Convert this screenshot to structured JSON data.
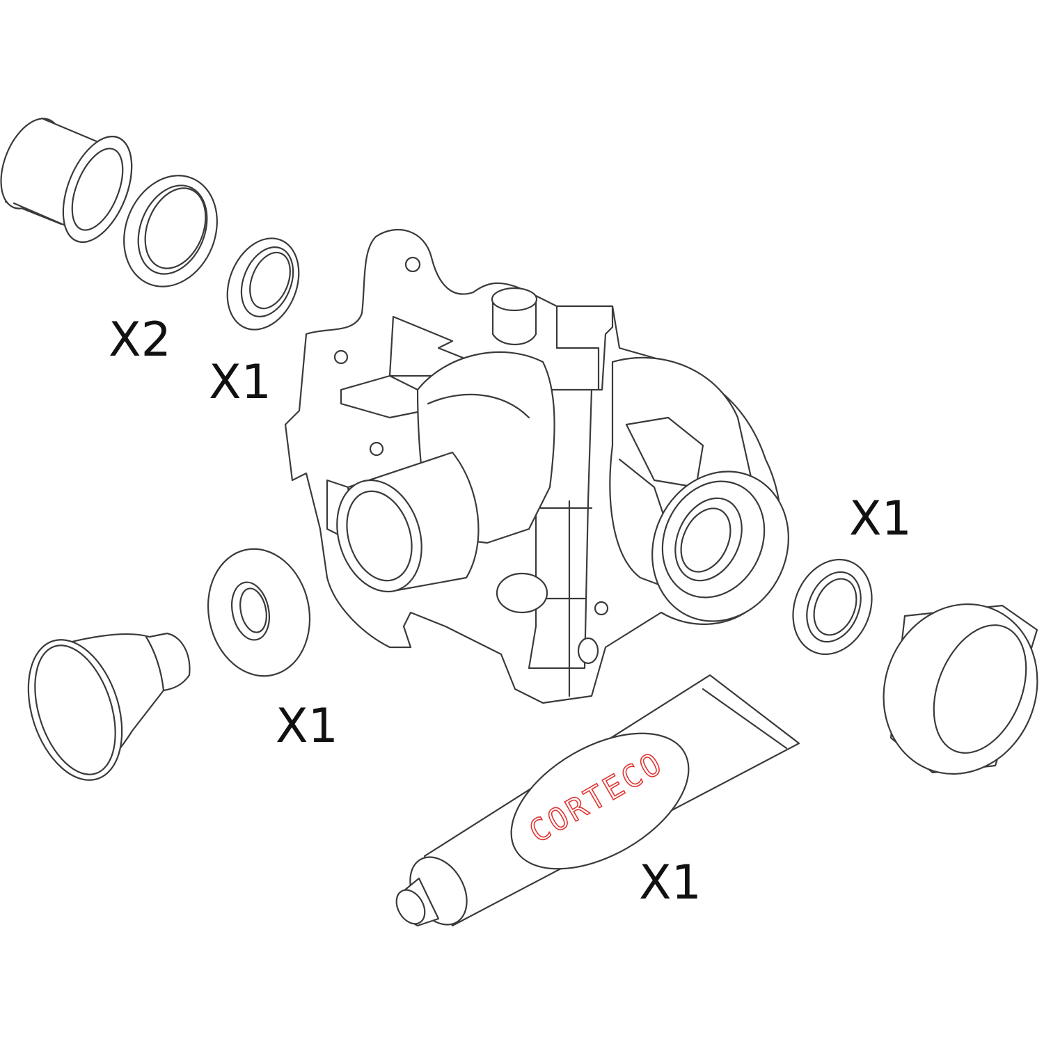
{
  "quantities": {
    "sleeve": "X2",
    "top_seal": "X1",
    "right_seal": "X1",
    "left_seal": "X1",
    "sealant_tube": "X1"
  },
  "brand": {
    "text": "CORTECO",
    "color": "#e0332f"
  },
  "colors": {
    "line": "#3a3a3a",
    "text": "#111111",
    "background": "#ffffff"
  }
}
